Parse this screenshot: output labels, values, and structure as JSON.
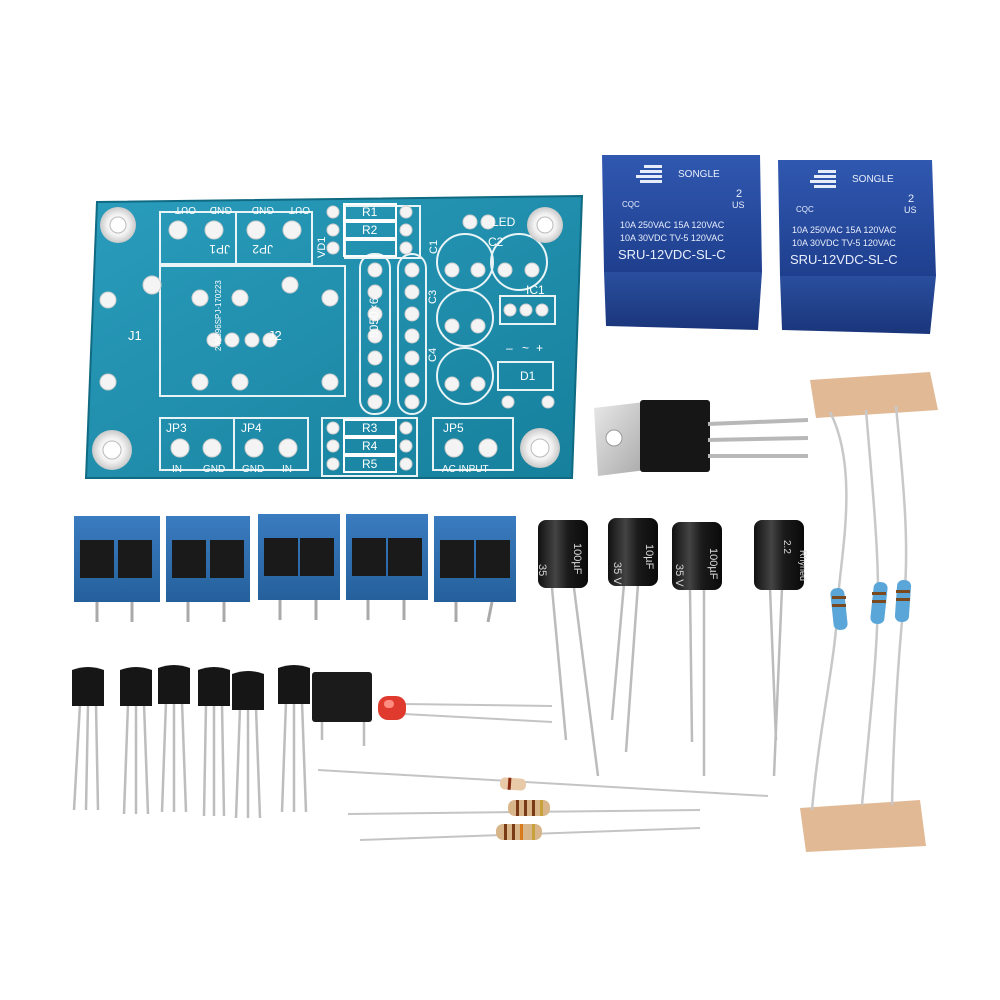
{
  "pcb": {
    "labels": {
      "out_left": "OUT",
      "gnd_left": "GND",
      "gnd_right": "GND",
      "out_right": "OUT",
      "jp1": "JP1",
      "jp2": "JP2",
      "vd1": "VD1",
      "r1": "R1",
      "r2": "R2",
      "led": "LED",
      "c1": "C1",
      "c2": "C2",
      "c3": "C3",
      "c4": "C4",
      "ic1": "IC1",
      "d1": "D1",
      "j1": "J1",
      "j2": "J2",
      "part_code": "240896SPJ-170223",
      "transistor": "8050×6",
      "jp3": "JP3",
      "jp4": "JP4",
      "jp5": "JP5",
      "r3": "R3",
      "r4": "R4",
      "r5": "R5",
      "in_left": "IN",
      "gnd_b1": "GND",
      "gnd_b2": "GND",
      "in_right": "IN",
      "ac_input": "AC INPUT",
      "plus": "+",
      "minus": "–",
      "tilde": "~"
    }
  },
  "relays": [
    {
      "brand": "SONGLE",
      "rating1": "10A 250VAC  15A 120VAC",
      "rating2": "10A  30VDC  TV-5 120VAC",
      "model": "SRU-12VDC-SL-C",
      "cqc": "CQC",
      "us": "US",
      "two": "2"
    },
    {
      "brand": "SONGLE",
      "rating1": "10A 250VAC  15A 120VAC",
      "rating2": "10A  30VDC  TV-5 120VAC",
      "model": "SRU-12VDC-SL-C",
      "cqc": "CQC",
      "us": "US",
      "two": "2"
    }
  ],
  "capacitors": [
    {
      "label": "100µF",
      "value2": "35"
    },
    {
      "label": "10µF",
      "value2": "35 V"
    },
    {
      "label": "100µF",
      "value2": "35 V"
    },
    {
      "label": "2.2",
      "value2": "Rhyned"
    }
  ],
  "colors": {
    "pcb": "#1e8aa8",
    "relay": "#24479a",
    "terminal": "#2f6fb2",
    "tape": "#e0b894"
  }
}
